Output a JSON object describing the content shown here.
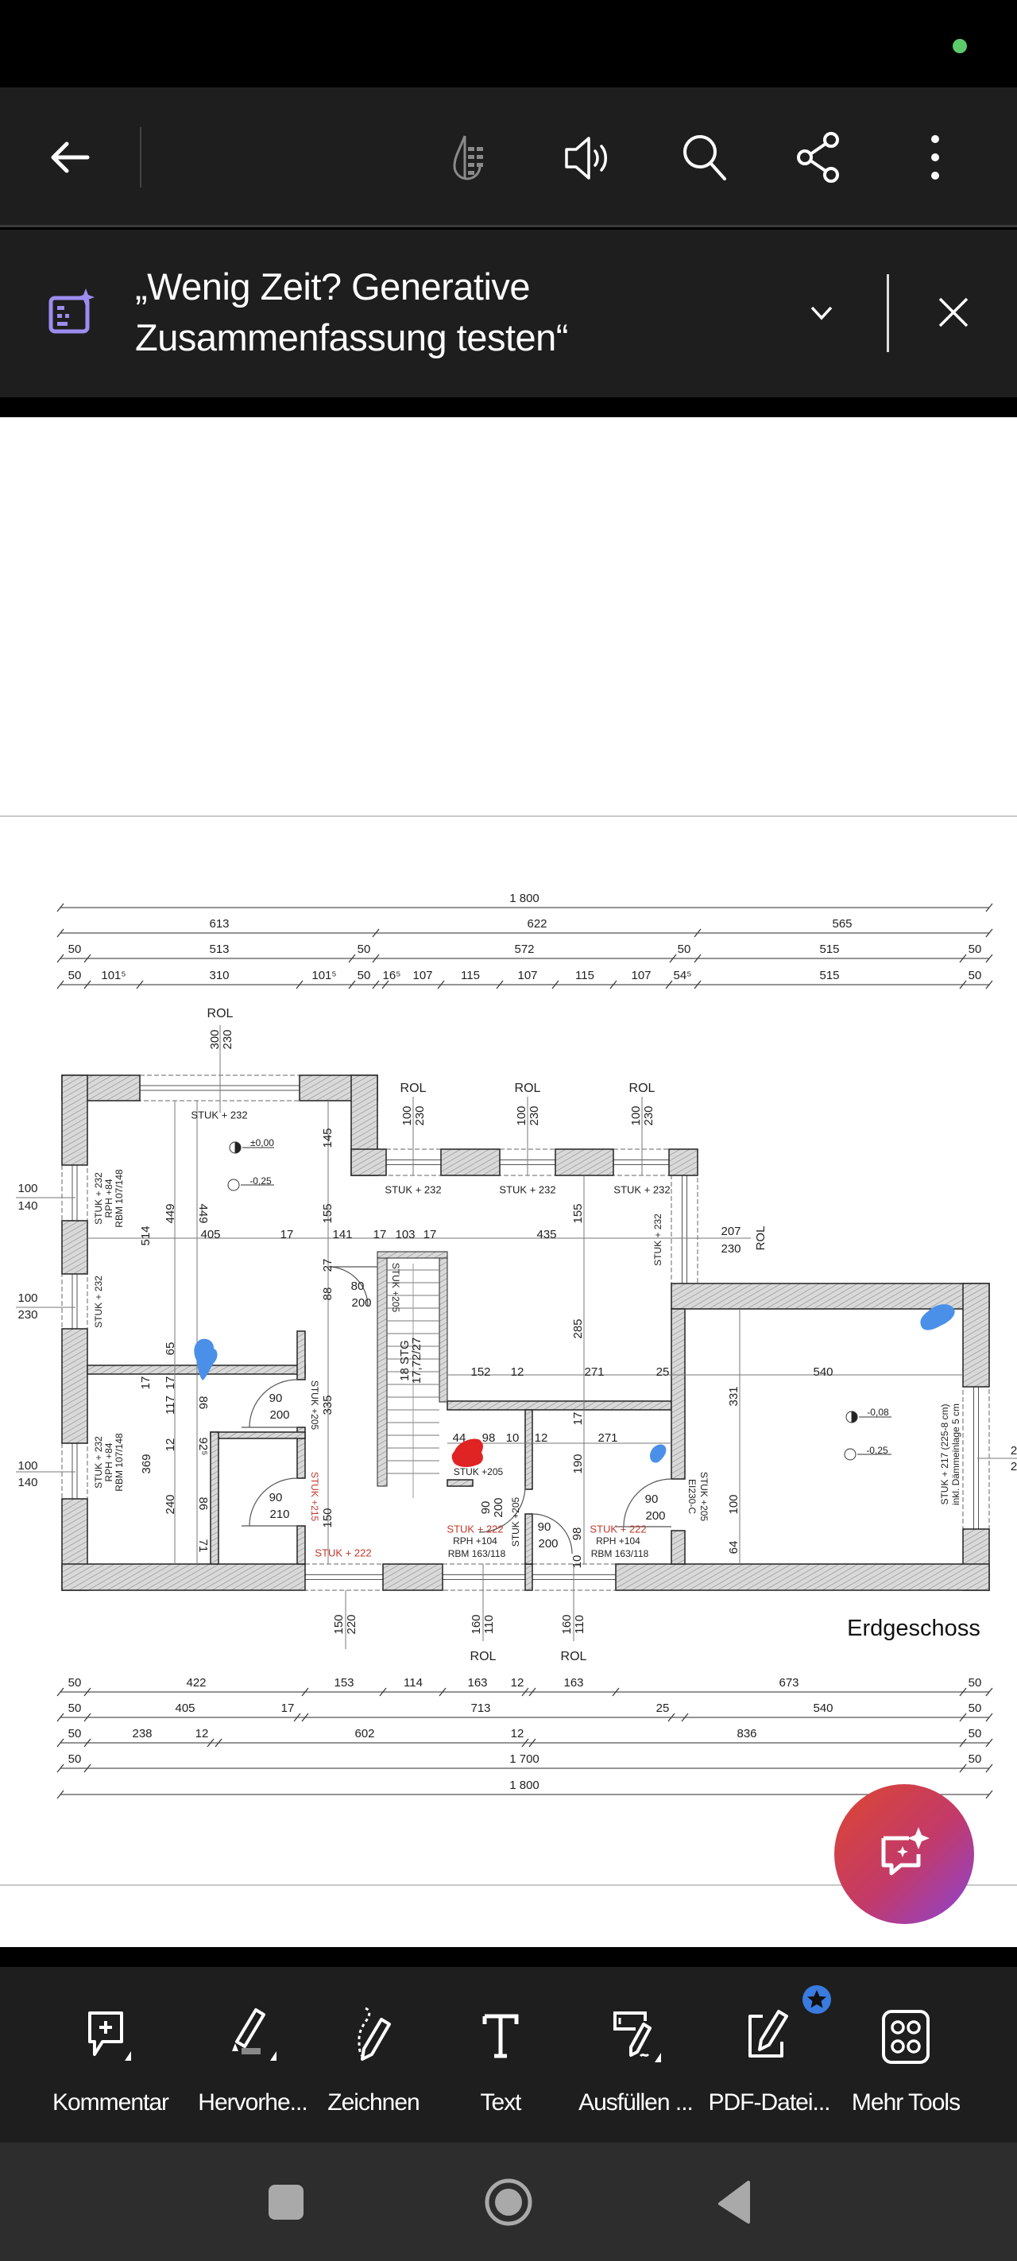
{
  "status_bar": {
    "indicator_color": "#5ecb6b"
  },
  "top_bar": {
    "icons": [
      "back-arrow-icon",
      "liquid-mode-icon",
      "read-aloud-icon",
      "search-icon",
      "share-icon",
      "more-options-icon"
    ]
  },
  "banner": {
    "line1": "„Wenig Zeit? Generative",
    "line2": "Zusammenfassung testen“",
    "accent": "#9d8cf0"
  },
  "plan": {
    "title": "Erdgeschoss",
    "dims_top": [
      [
        "1 800"
      ],
      [
        "613",
        "622",
        "565"
      ],
      [
        "50",
        "513",
        "50",
        "572",
        "50",
        "515",
        "50"
      ],
      [
        "50",
        "101⁵",
        "310",
        "101⁵",
        "50",
        "16⁵",
        "107",
        "115",
        "107",
        "115",
        "107",
        "54⁵",
        "515",
        "50"
      ]
    ],
    "dims_bottom": [
      [
        "50",
        "422",
        "153",
        "114",
        "163",
        "12",
        "163",
        "673",
        "50"
      ],
      [
        "50",
        "405",
        "17",
        "713",
        "25",
        "540",
        "50"
      ],
      [
        "50",
        "238",
        "12",
        "602",
        "12",
        "836",
        "50"
      ],
      [
        "50",
        "1 700",
        "50"
      ],
      [
        "1 800"
      ]
    ],
    "labels": [
      "ROL",
      "300",
      "230",
      "ROL",
      "100",
      "230",
      "ROL",
      "100",
      "230",
      "ROL",
      "100",
      "230",
      "STUK + 232",
      "±0,00",
      "-0,25",
      "STUK + 232",
      "STUK + 232",
      "STUK + 232",
      "145",
      "155",
      "155",
      "514",
      "449",
      "449",
      "STUK + 232",
      "RPH  +84",
      "RBM 107/148",
      "100",
      "140",
      "100",
      "230",
      "STUK + 232",
      "405",
      "17",
      "141",
      "17",
      "103",
      "17",
      "435",
      "207",
      "230",
      "ROL",
      "STUK + 232",
      "27",
      "88",
      "80",
      "200",
      "STUK +205",
      "285",
      "18 STG",
      "17,72/27",
      "152",
      "12",
      "271",
      "25",
      "540",
      "65",
      "17",
      "17",
      "117",
      "86",
      "12",
      "92⁵",
      "369",
      "240",
      "86",
      "71",
      "90",
      "200",
      "STUK +205",
      "335",
      "90",
      "210",
      "STUK +215",
      "150",
      "STUK + 222",
      "331",
      "-0,08",
      "-0,25",
      "STUK + 217 (225-8 cm)",
      "inkl. Dämmeinlage 5 cm",
      "100",
      "140",
      "STUK + 232",
      "RPH  +84",
      "RBM 107/148",
      "44",
      "98",
      "10",
      "12",
      "271",
      "17",
      "190",
      "STUK +205",
      "90",
      "200",
      "STUK + 222",
      "RPH  +104",
      "RBM 163/118",
      "STUK +205",
      "90",
      "200",
      "98",
      "10",
      "STUK + 222",
      "RPH  +104",
      "RBM 163/118",
      "90",
      "200",
      "EI230-C",
      "STUK +205",
      "100",
      "64",
      "150",
      "220",
      "160",
      "110",
      "160",
      "110",
      "ROL",
      "ROL",
      "2",
      "2"
    ],
    "annotation_colors": {
      "blue": "#4a90e8",
      "red": "#e02424",
      "stuk_red": "#c0392b"
    }
  },
  "bottom_toolbar": {
    "tools": [
      {
        "label": "Kommentar",
        "icon": "comment-add-icon"
      },
      {
        "label": "Hervorhe...",
        "icon": "highlighter-icon"
      },
      {
        "label": "Zeichnen",
        "icon": "draw-pencil-icon"
      },
      {
        "label": "Text",
        "icon": "text-icon"
      },
      {
        "label": "Ausfüllen ...",
        "icon": "fill-sign-icon"
      },
      {
        "label": "PDF-Datei...",
        "icon": "edit-pdf-icon"
      },
      {
        "label": "Mehr Tools",
        "icon": "more-tools-icon"
      }
    ],
    "badge_color": "#3a7be0"
  },
  "nav_bar": {
    "icons": [
      "recents-icon",
      "home-icon",
      "back-icon"
    ]
  }
}
